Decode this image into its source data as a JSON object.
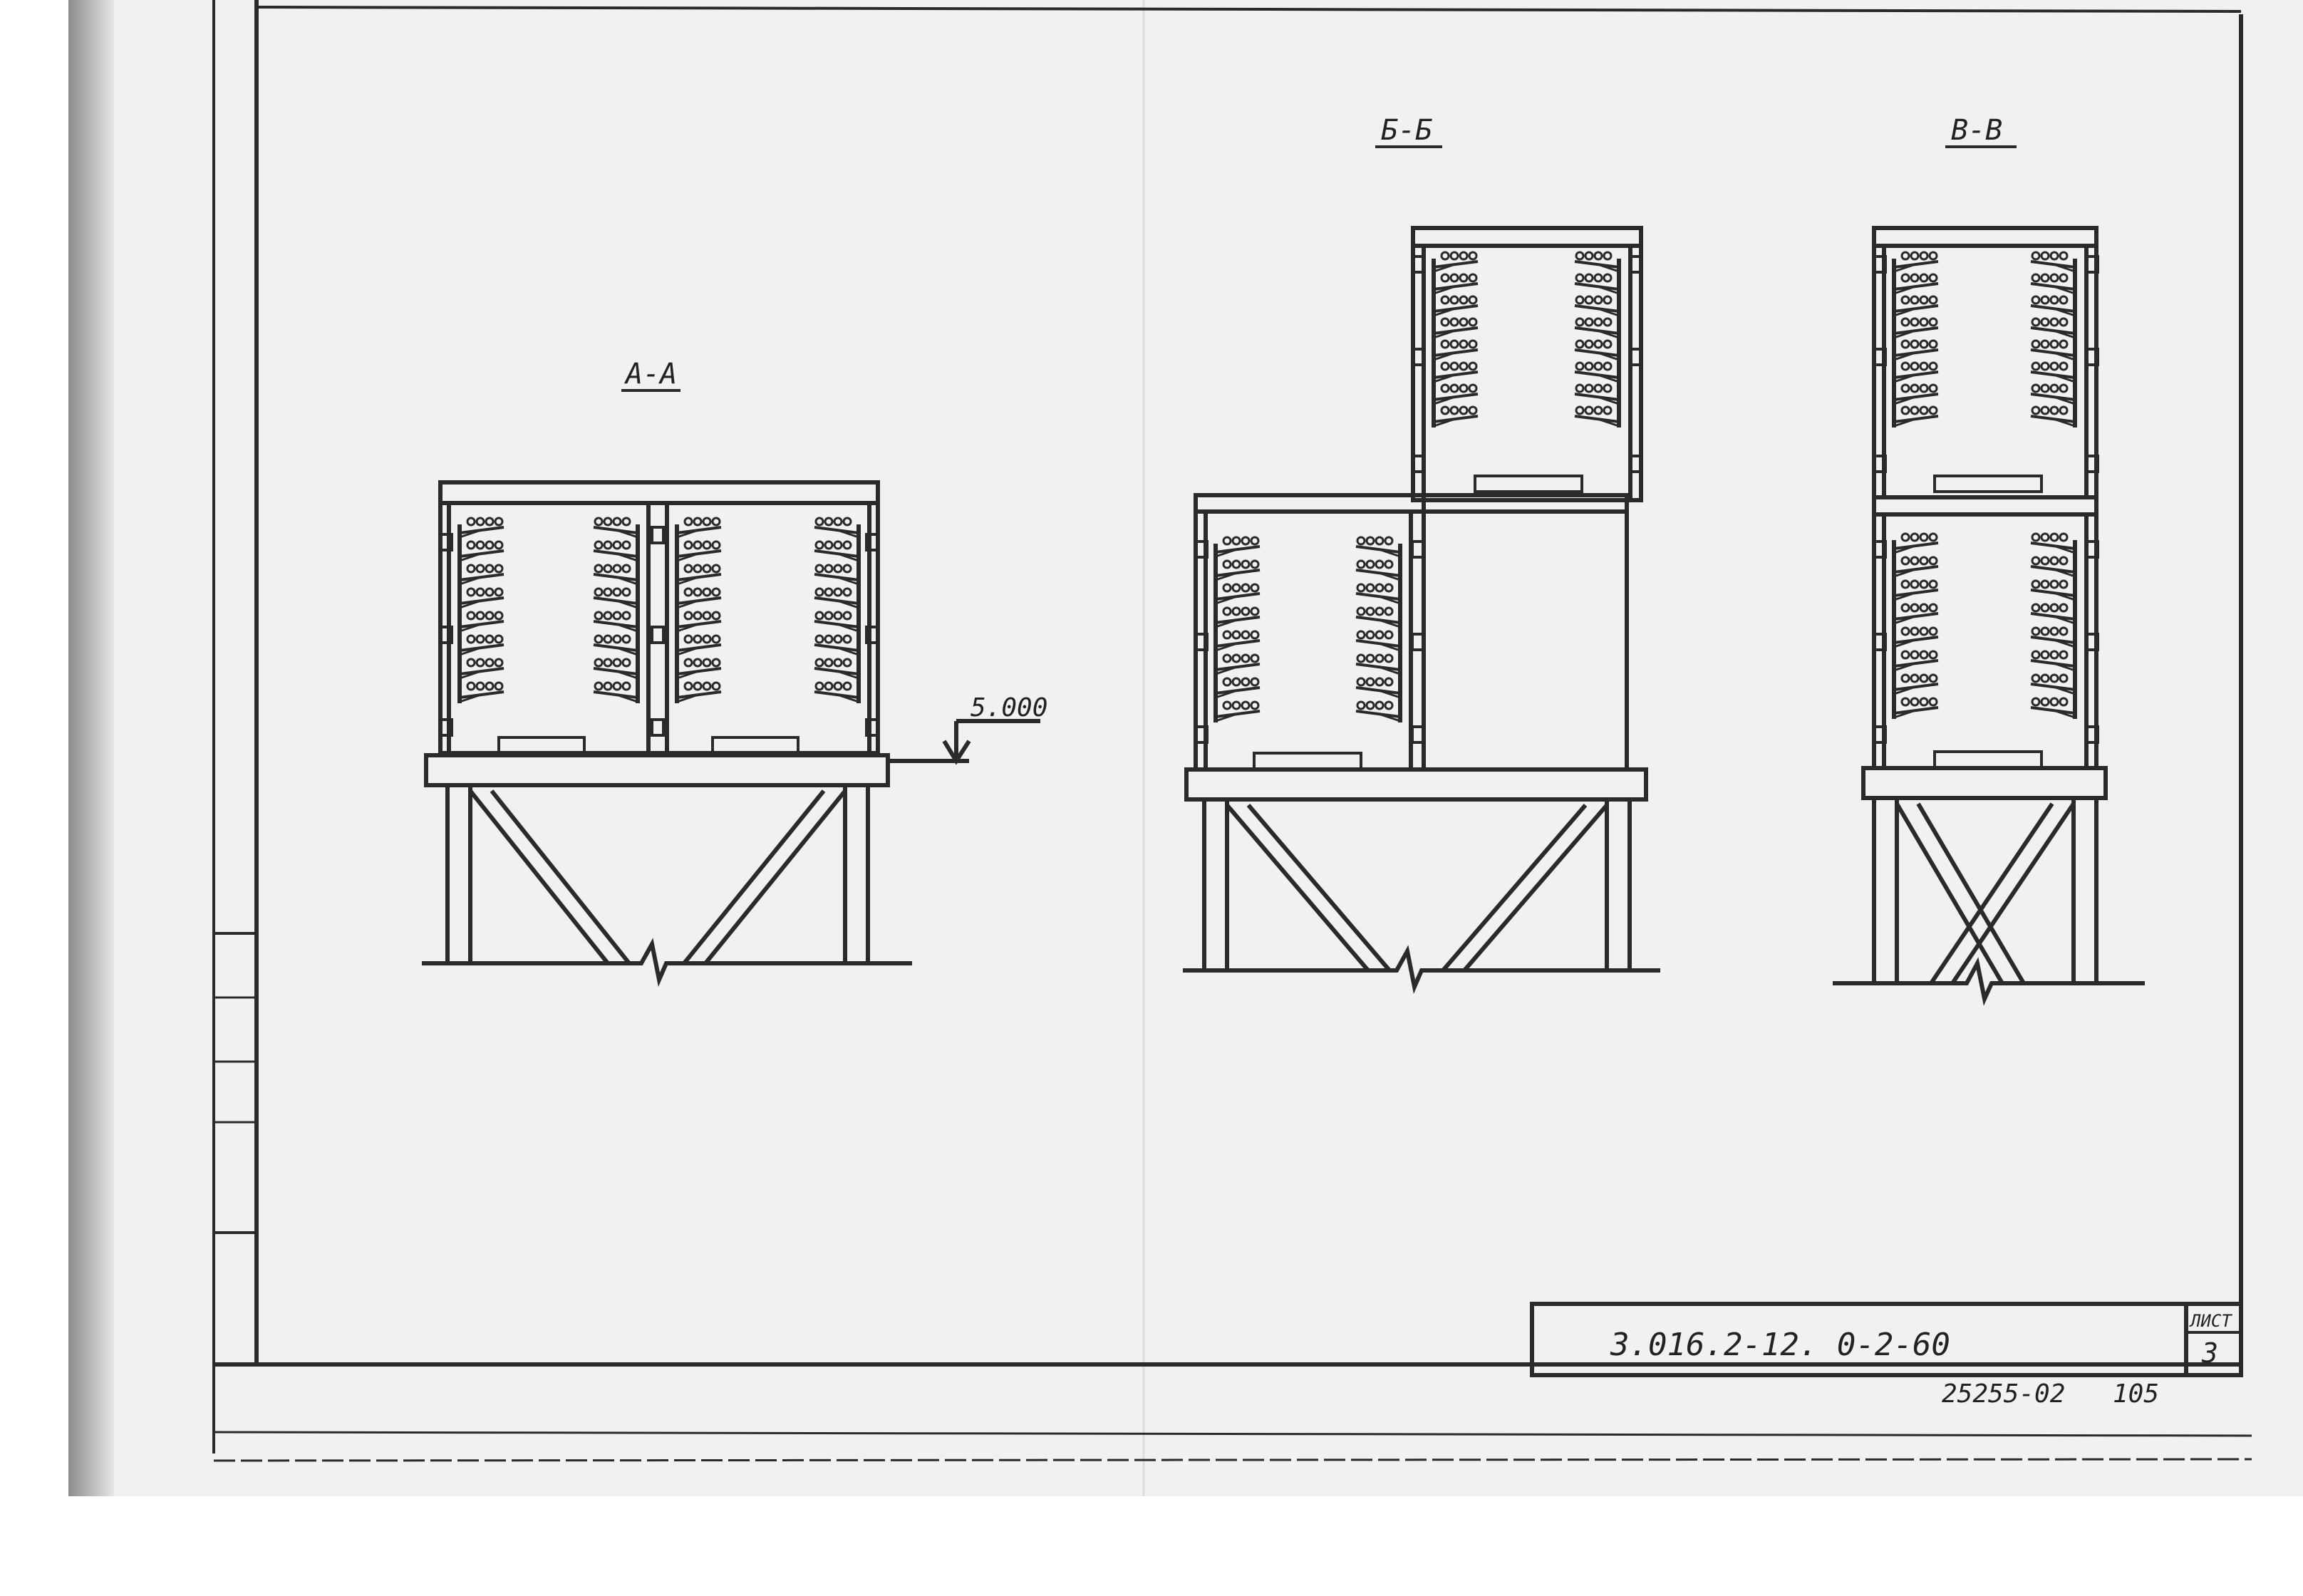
{
  "sections": {
    "a": {
      "title": "А-А"
    },
    "b": {
      "title": "Б-Б"
    },
    "v": {
      "title": "В-В"
    }
  },
  "elevation_mark": "5.000",
  "title_block": {
    "drawing_code": "3.016.2-12. 0-2-60",
    "sheet_header": "ЛИСТ",
    "sheet_number": "3"
  },
  "inventory_number": "25255-02",
  "page_number": "105",
  "colors": {
    "paper": "#f1f1ef",
    "ink": "#2a2a2a",
    "left_shadow": "#9c9c9c"
  }
}
